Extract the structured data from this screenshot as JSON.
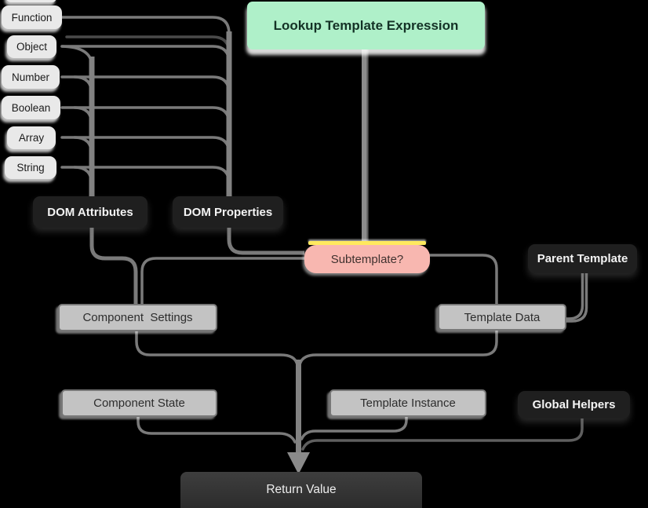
{
  "diagram": {
    "nodes": {
      "function": {
        "label": "Function"
      },
      "object": {
        "label": "Object"
      },
      "number": {
        "label": "Number"
      },
      "boolean": {
        "label": "Boolean"
      },
      "array": {
        "label": "Array"
      },
      "string": {
        "label": "String"
      },
      "lookup": {
        "label": "Lookup Template Expression"
      },
      "dom_attributes": {
        "label": "DOM Attributes"
      },
      "dom_properties": {
        "label": "DOM Properties"
      },
      "subtemplate": {
        "label": "Subtemplate?"
      },
      "parent_template": {
        "label": "Parent Template"
      },
      "component_settings": {
        "label": "Component  Settings"
      },
      "template_data": {
        "label": "Template Data"
      },
      "component_state": {
        "label": "Component State"
      },
      "template_instance": {
        "label": "Template Instance"
      },
      "global_helpers": {
        "label": "Global Helpers"
      },
      "return_value": {
        "label": "Return Value"
      }
    },
    "colors": {
      "background": "#000000",
      "start_node_green": "#aff0c9",
      "decision_node_pink": "#f8b7b0",
      "decision_accent_yellow": "#ffe95e",
      "type_node_light": "#e9e9e9",
      "mid_node_gray": "#c3c3c3",
      "dark_node": "#1f1f1f",
      "connector_gray": "#7a7a7a"
    }
  }
}
